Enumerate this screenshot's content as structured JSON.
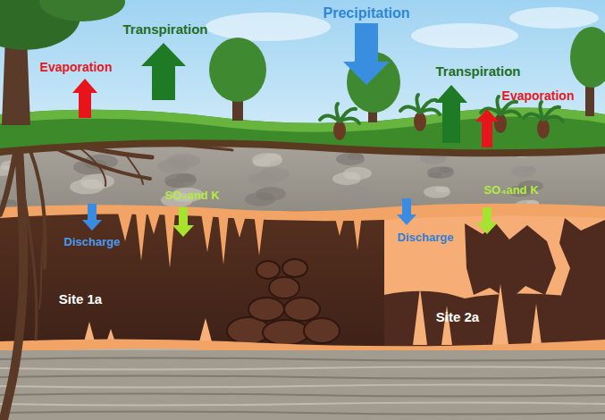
{
  "diagram": {
    "labels": [
      "Precipitation",
      "Transpiration",
      "Transpiration",
      "Evaporation",
      "Evaporation",
      "SO₄and K",
      "SO₄and K",
      "Discharge",
      "Discharge",
      "Site 1a",
      "Site 2a"
    ]
  }
}
